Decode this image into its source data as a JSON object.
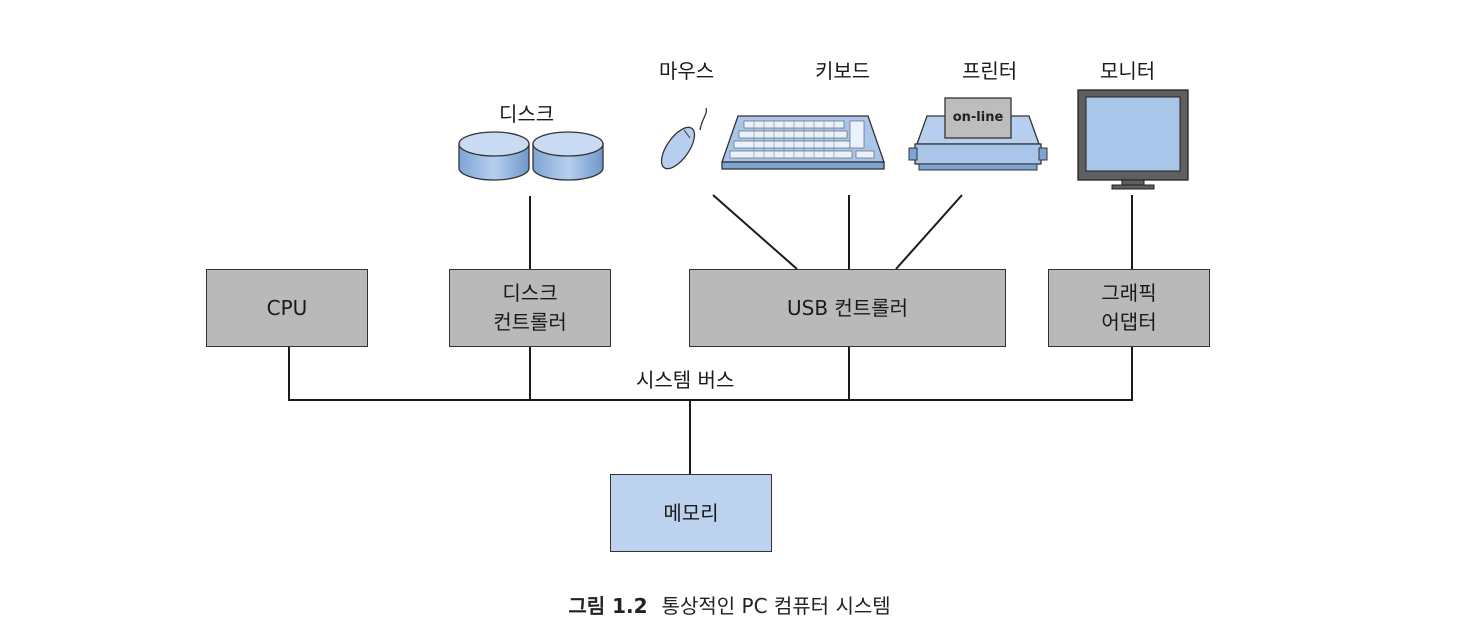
{
  "devices": {
    "disk": "디스크",
    "mouse": "마우스",
    "keyboard": "키보드",
    "printer": "프린터",
    "printer_sign": "on-line",
    "monitor": "모니터"
  },
  "boxes": {
    "cpu": "CPU",
    "disk_controller_line1": "디스크",
    "disk_controller_line2": "컨트롤러",
    "usb_controller": "USB 컨트롤러",
    "graphics_adapter_line1": "그래픽",
    "graphics_adapter_line2": "어댑터",
    "memory": "메모리"
  },
  "bus_label": "시스템 버스",
  "caption": {
    "number": "그림 1.2",
    "text": "통상적인 PC 컴퓨터 시스템"
  },
  "colors": {
    "box_gray": "#b9b9b9",
    "memory_blue": "#bcd2ee",
    "device_blue": "#a9c6ea"
  }
}
